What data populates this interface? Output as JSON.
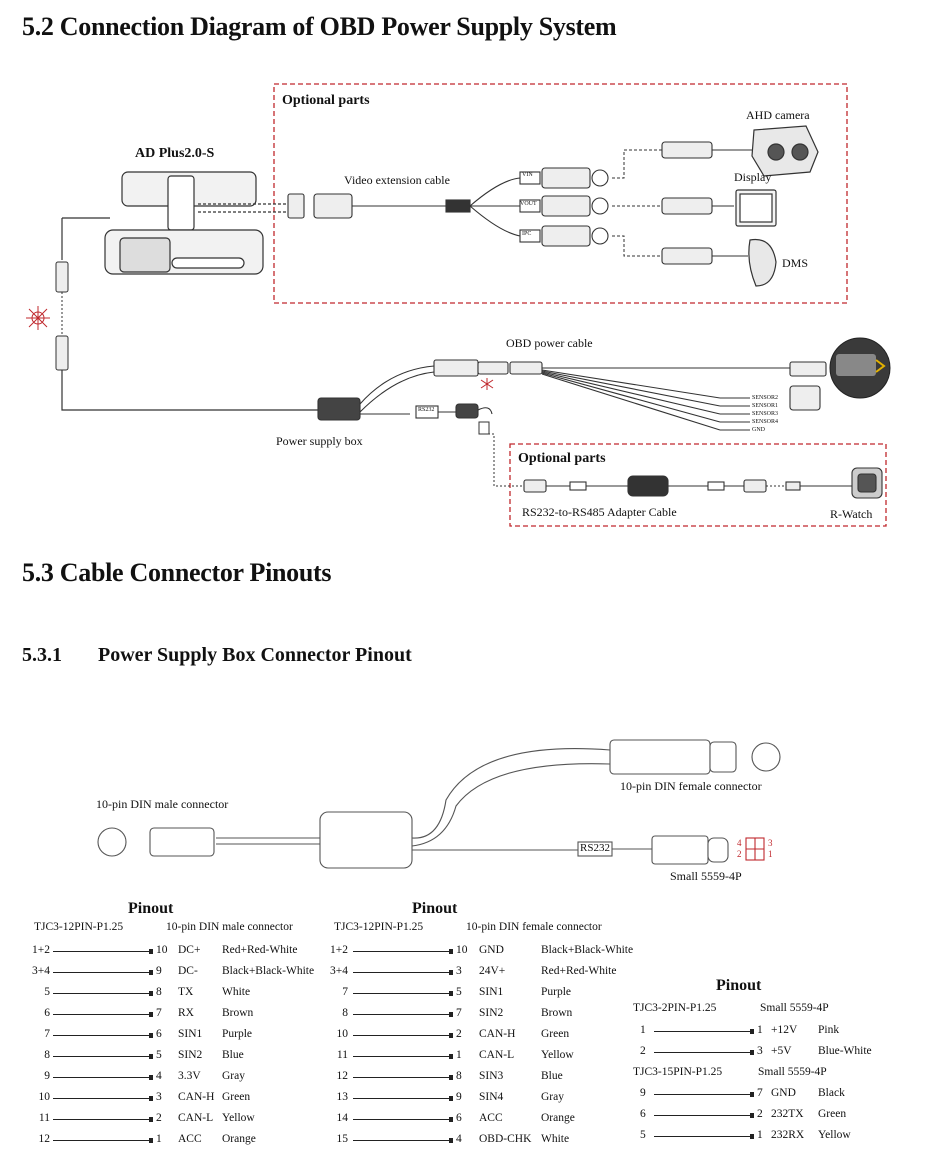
{
  "sec52": {
    "title": "5.2 Connection Diagram of OBD Power Supply System"
  },
  "diagram": {
    "optional_top": "Optional parts",
    "device": "AD Plus2.0-S",
    "video_ext": "Video extension cable",
    "ahd": "AHD camera",
    "display": "Display",
    "dms": "DMS",
    "vin": "VIN",
    "vout": "VOUT",
    "ipc": "IPC",
    "obd_cable": "OBD power cable",
    "psb": "Power supply box",
    "rs232": "RS232",
    "sensors": [
      "SENSOR2",
      "SENSOR1",
      "SENSOR3",
      "SENSOR4",
      "GND"
    ],
    "optional_bottom": "Optional parts",
    "adapter": "RS232-to-RS485 Adapter Cable",
    "rwatch": "R-Watch"
  },
  "sec53": {
    "title": "5.3 Cable Connector Pinouts"
  },
  "sec531": {
    "num": "5.3.1",
    "title": "Power Supply Box Connector Pinout"
  },
  "pinfig": {
    "male": "10-pin DIN male connector",
    "female": "10-pin DIN female connector",
    "rs232": "RS232",
    "small": "Small 5559-4P",
    "pins_left": "4\n2",
    "pins_right": "3\n1"
  },
  "table1": {
    "title": "Pinout",
    "col_a": "TJC3-12PIN-P1.25",
    "col_b": "10-pin DIN male connector",
    "rows": [
      [
        "1+2",
        "10",
        "DC+",
        "Red+Red-White"
      ],
      [
        "3+4",
        "9",
        "DC-",
        "Black+Black-White"
      ],
      [
        "5",
        "8",
        "TX",
        "White"
      ],
      [
        "6",
        "7",
        "RX",
        "Brown"
      ],
      [
        "7",
        "6",
        "SIN1",
        "Purple"
      ],
      [
        "8",
        "5",
        "SIN2",
        "Blue"
      ],
      [
        "9",
        "4",
        "3.3V",
        "Gray"
      ],
      [
        "10",
        "3",
        "CAN-H",
        "Green"
      ],
      [
        "11",
        "2",
        "CAN-L",
        "Yellow"
      ],
      [
        "12",
        "1",
        "ACC",
        "Orange"
      ]
    ]
  },
  "table2": {
    "title": "Pinout",
    "col_a": "TJC3-12PIN-P1.25",
    "col_b": "10-pin DIN female connector",
    "rows": [
      [
        "1+2",
        "10",
        "GND",
        "Black+Black-White"
      ],
      [
        "3+4",
        "3",
        "24V+",
        "Red+Red-White"
      ],
      [
        "7",
        "5",
        "SIN1",
        "Purple"
      ],
      [
        "8",
        "7",
        "SIN2",
        "Brown"
      ],
      [
        "10",
        "2",
        "CAN-H",
        "Green"
      ],
      [
        "11",
        "1",
        "CAN-L",
        "Yellow"
      ],
      [
        "12",
        "8",
        "SIN3",
        "Blue"
      ],
      [
        "13",
        "9",
        "SIN4",
        "Gray"
      ],
      [
        "14",
        "6",
        "ACC",
        "Orange"
      ],
      [
        "15",
        "4",
        "OBD-CHK",
        "White"
      ]
    ]
  },
  "table3": {
    "title": "Pinout",
    "col_a1": "TJC3-2PIN-P1.25",
    "col_b1": "Small 5559-4P",
    "rows1": [
      [
        "1",
        "1",
        "+12V",
        "Pink"
      ],
      [
        "2",
        "3",
        "+5V",
        "Blue-White"
      ]
    ],
    "col_a2": "TJC3-15PIN-P1.25",
    "col_b2": "Small 5559-4P",
    "rows2": [
      [
        "9",
        "7",
        "GND",
        "Black"
      ],
      [
        "6",
        "2",
        "232TX",
        "Green"
      ],
      [
        "5",
        "1",
        "232RX",
        "Yellow"
      ]
    ]
  }
}
